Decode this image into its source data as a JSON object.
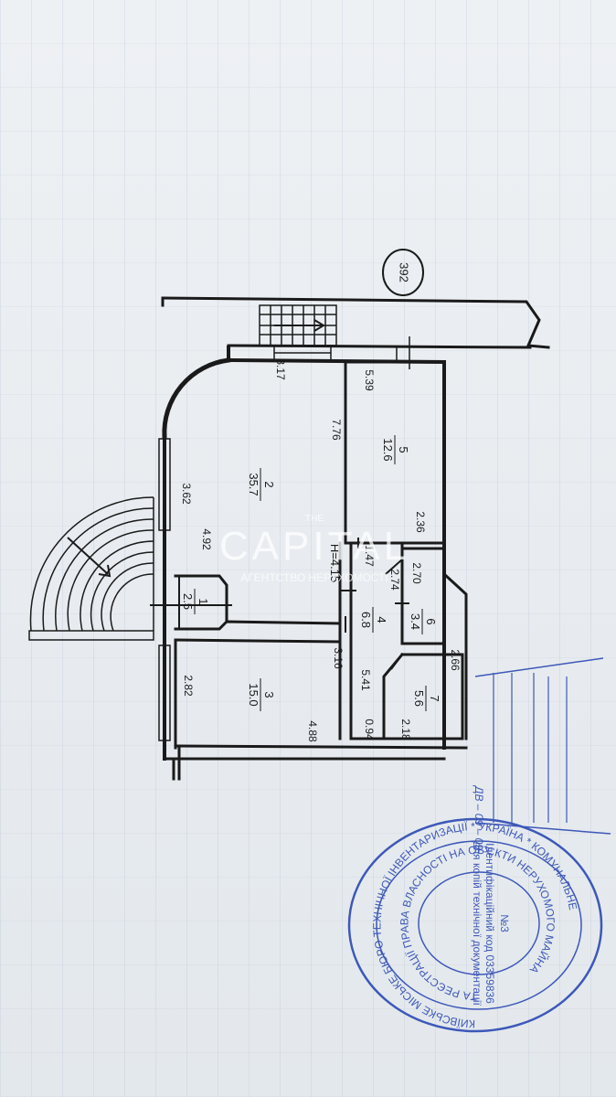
{
  "plan": {
    "building_number": "392",
    "ceiling_height": "H=4.15",
    "rooms": [
      {
        "id": "1",
        "number": "1",
        "area": "2.5"
      },
      {
        "id": "2",
        "number": "2",
        "area": "35.7"
      },
      {
        "id": "3",
        "number": "3",
        "area": "15.0"
      },
      {
        "id": "4",
        "number": "4",
        "area": "6.8"
      },
      {
        "id": "5",
        "number": "5",
        "area": "12.6"
      },
      {
        "id": "6",
        "number": "6",
        "area": "3.4"
      },
      {
        "id": "7",
        "number": "7",
        "area": "5.6"
      }
    ],
    "dimensions": [
      "3.17",
      "7.76",
      "3.62",
      "4.92",
      "5.39",
      "2.36",
      "1.47",
      "2.74",
      "2.70",
      "3.16",
      "2.82",
      "4.88",
      "5.41",
      "0.94",
      "2.18",
      "2.66"
    ]
  },
  "watermark": {
    "small": "THE",
    "main": "CAPITAL",
    "sub": "АГЕНТСТВО НЕРУХОМОСТІ"
  },
  "stamp": {
    "outer_text": "КИЇВСЬКЕ МІСЬКЕ БЮРО ТЕХНІЧНОЇ ІНВЕНТАРИЗАЦІЇ * УКРАЇНА * КОМУНАЛЬНЕ",
    "inner_text": "ТА РЕЄСТРАЦІЇ ПРАВА ВЛАСНОСТІ НА ОБ'ЄКТИ НЕРУХОМОГО МАЙНА",
    "center_1": "№3",
    "center_2": "Ідентифікаційний код 03359836",
    "center_3": "для копій технічної документації",
    "handwritten": "ДВ – 09 – 09"
  }
}
